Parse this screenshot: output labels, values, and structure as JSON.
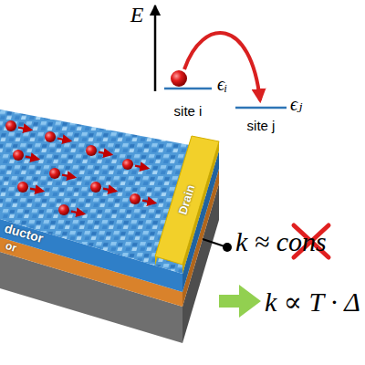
{
  "diagram": {
    "nodes": [
      {
        "text": [
          "ductor"
        ]
      },
      {
        "text": [
          "or"
        ]
      },
      {
        "text": [
          "Drain"
        ]
      }
    ],
    "labels": [
      "E",
      "ϵᵢ",
      "site i",
      "ϵⱼ",
      "site j",
      "k ≈ cons",
      "k ∝ T · Δ"
    ]
  }
}
